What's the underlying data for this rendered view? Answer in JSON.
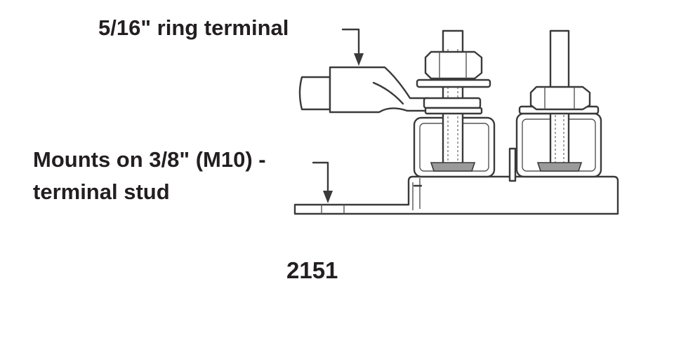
{
  "labels": {
    "ring_terminal": "5/16\" ring terminal",
    "mounts_line1": "Mounts on 3/8\" (M10) -",
    "mounts_line2": "terminal stud",
    "part_number": "2151"
  },
  "colors": {
    "ink": "#231f20",
    "line": "#3a3a3a",
    "shade": "#9a9a9a",
    "background": "#ffffff"
  }
}
